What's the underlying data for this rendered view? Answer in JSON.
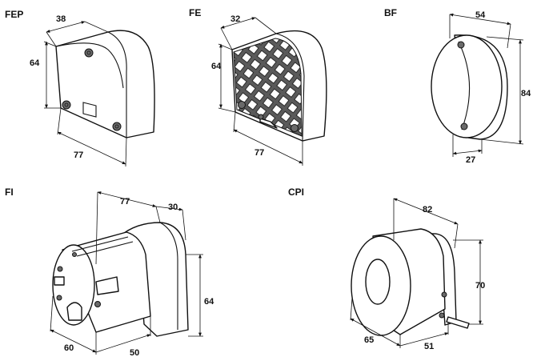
{
  "components": [
    {
      "id": "fep",
      "name": "FEP",
      "dimensions": [
        "38",
        "64",
        "77"
      ]
    },
    {
      "id": "fe",
      "name": "FE",
      "dimensions": [
        "32",
        "64",
        "77"
      ]
    },
    {
      "id": "bf",
      "name": "BF",
      "dimensions": [
        "54",
        "84",
        "27"
      ]
    },
    {
      "id": "fi",
      "name": "FI",
      "dimensions": [
        "77",
        "30",
        "64",
        "60",
        "50"
      ]
    },
    {
      "id": "cpi",
      "name": "CPI",
      "dimensions": [
        "82",
        "70",
        "65",
        "51"
      ]
    }
  ]
}
